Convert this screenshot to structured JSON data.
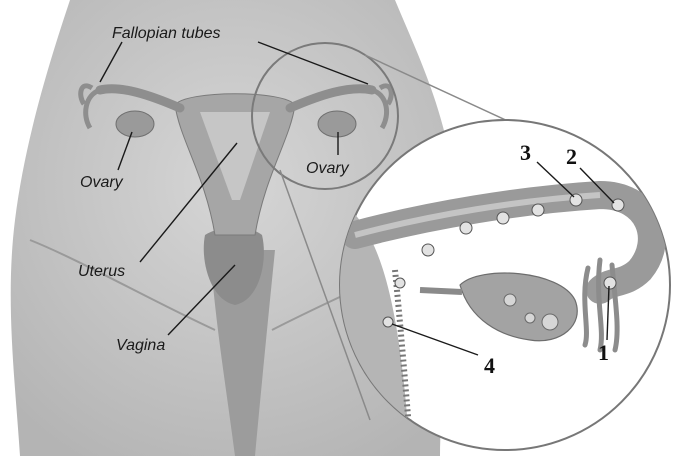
{
  "labels": {
    "fallopian_tubes": "Fallopian tubes",
    "ovary_left": "Ovary",
    "ovary_right": "Ovary",
    "uterus": "Uterus",
    "vagina": "Vagina"
  },
  "markers": {
    "m1": "1",
    "m2": "2",
    "m3": "3",
    "m4": "4"
  },
  "colors": {
    "skin": "#c9c9c9",
    "skin_shadow": "#a9a9a9",
    "organ": "#8f8f8f",
    "organ_light": "#b8b8b8",
    "inset_bg": "#ffffff",
    "tube": "#9a9a9a",
    "egg": "#dcdcdc"
  }
}
